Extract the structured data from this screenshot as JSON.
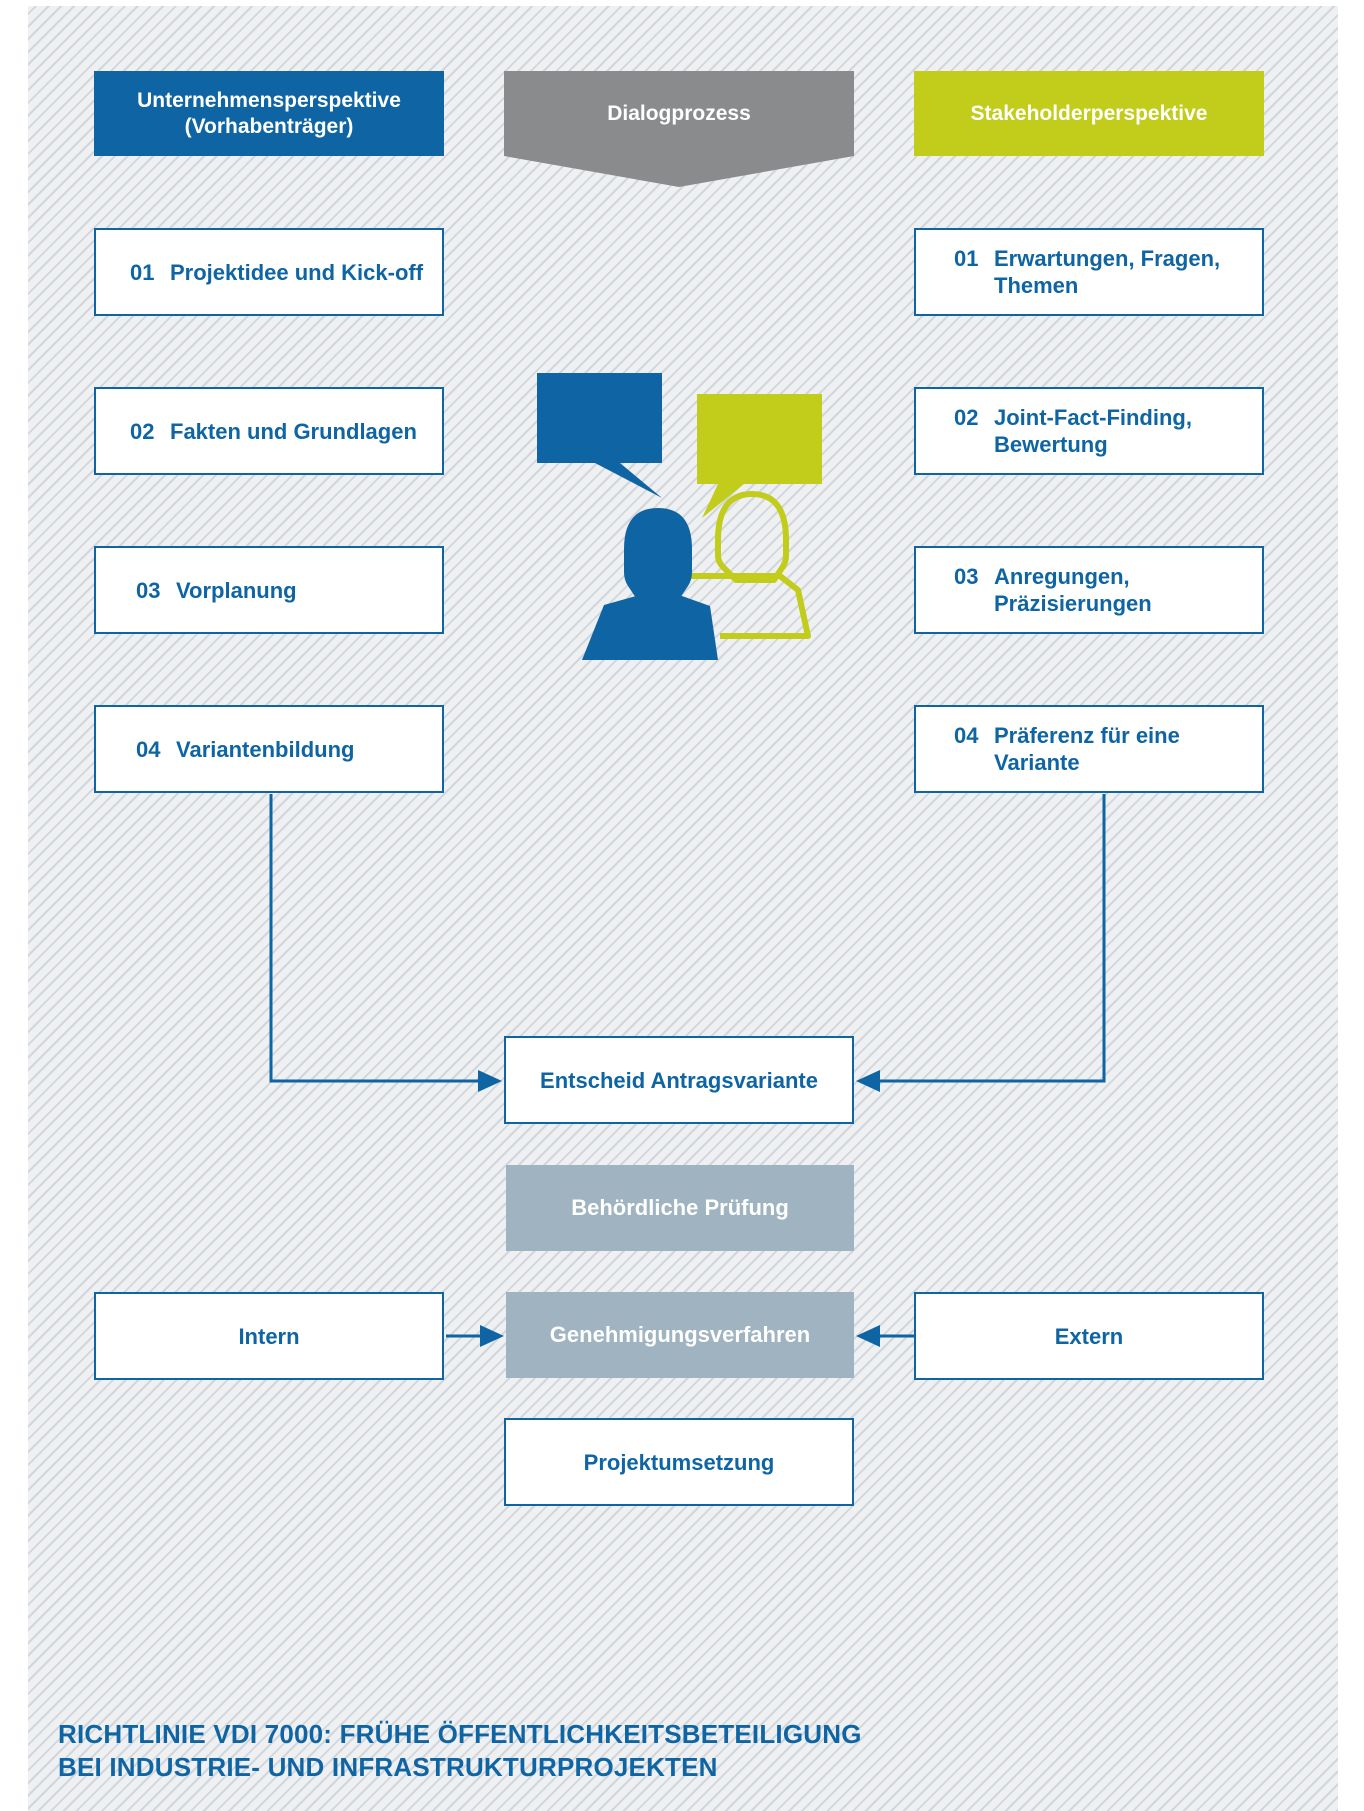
{
  "colors": {
    "blue": "#0f65a3",
    "green": "#c2cc1b",
    "grey_header": "#8a8b8d",
    "grey_box": "#9fb3c1",
    "hatch": "#d2d6dc"
  },
  "headers": {
    "company": {
      "line1": "Unternehmensperspektive",
      "line2": "(Vorhabenträger)"
    },
    "dialog": "Dialogprozess",
    "stakeholder": "Stakeholderperspektive"
  },
  "company_steps": [
    {
      "num": "01",
      "label": "Projektidee und Kick-off"
    },
    {
      "num": "02",
      "label": "Fakten und Grundlagen"
    },
    {
      "num": "03",
      "label": "Vorplanung"
    },
    {
      "num": "04",
      "label": "Variantenbildung"
    }
  ],
  "stakeholder_steps": [
    {
      "num": "01",
      "line1": "Erwartungen, Fragen,",
      "line2": "Themen"
    },
    {
      "num": "02",
      "line1": "Joint-Fact-Finding,",
      "line2": "Bewertung"
    },
    {
      "num": "03",
      "line1": "Anregungen,",
      "line2": "Präzisierungen"
    },
    {
      "num": "04",
      "line1": "Präferenz für eine",
      "line2": "Variante"
    }
  ],
  "icons": {
    "dialog": "dialogue-people-icon"
  },
  "decision": "Entscheid Antragsvariante",
  "review": "Behördliche Prüfung",
  "approval": "Genehmigungsverfahren",
  "internal": "Intern",
  "external": "Extern",
  "implementation": "Projektumsetzung",
  "footer": {
    "line1": "RICHTLINIE VDI 7000: FRÜHE ÖFFENTLICHKEITSBETEILIGUNG",
    "line2": "BEI INDUSTRIE- UND INFRASTRUKTURPROJEKTEN"
  }
}
